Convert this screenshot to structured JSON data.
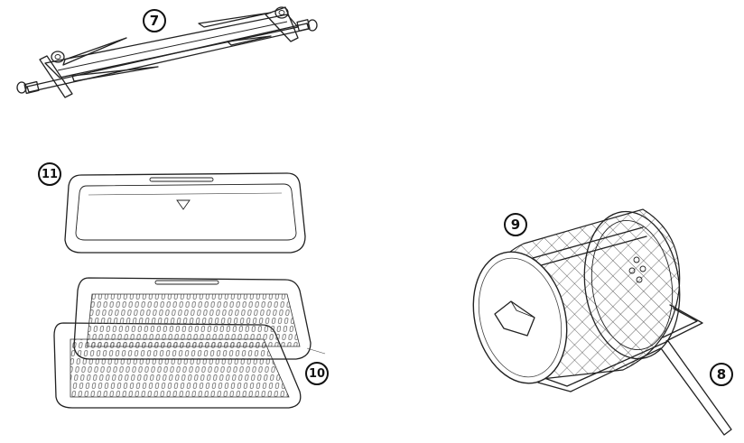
{
  "labels": {
    "skewer": "7",
    "handle": "8",
    "basket": "9",
    "mesh_trays": "10",
    "drip_tray": "11"
  }
}
